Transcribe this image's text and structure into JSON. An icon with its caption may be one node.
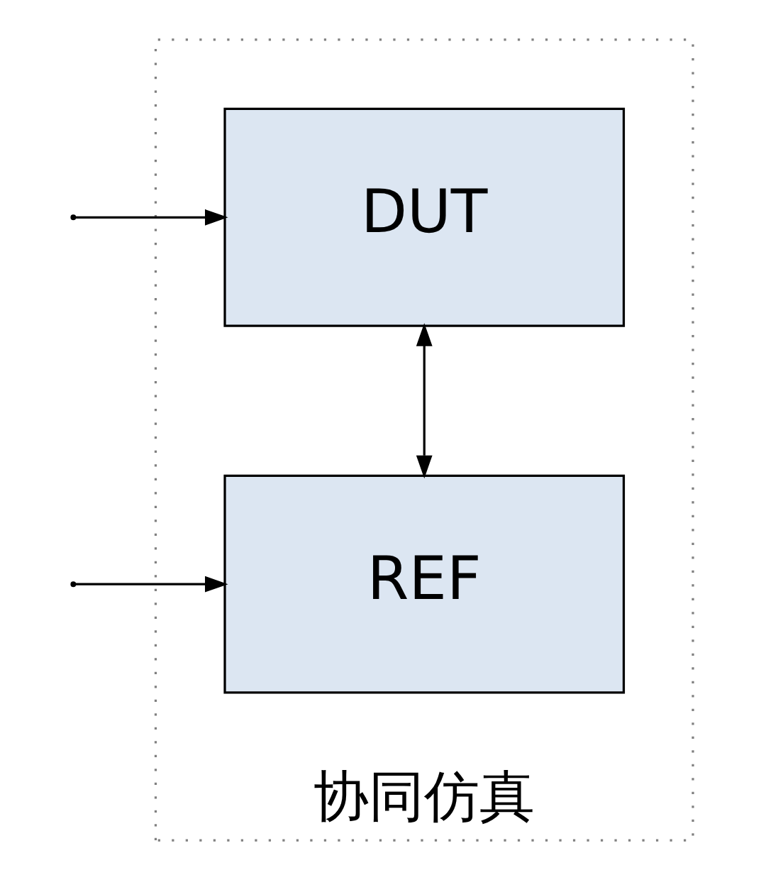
{
  "diagram": {
    "nodes": [
      {
        "text": [
          "协同仿真"
        ]
      },
      {
        "text": [
          "DUT"
        ],
        "in": 0
      },
      {
        "text": [
          "REF"
        ],
        "in": 0
      }
    ],
    "edges": [
      {
        "from": null,
        "to": 1,
        "arrow": "to"
      },
      {
        "from": null,
        "to": 2,
        "arrow": "to"
      },
      {
        "from": 1,
        "to": 2,
        "arrow": "both"
      }
    ]
  }
}
